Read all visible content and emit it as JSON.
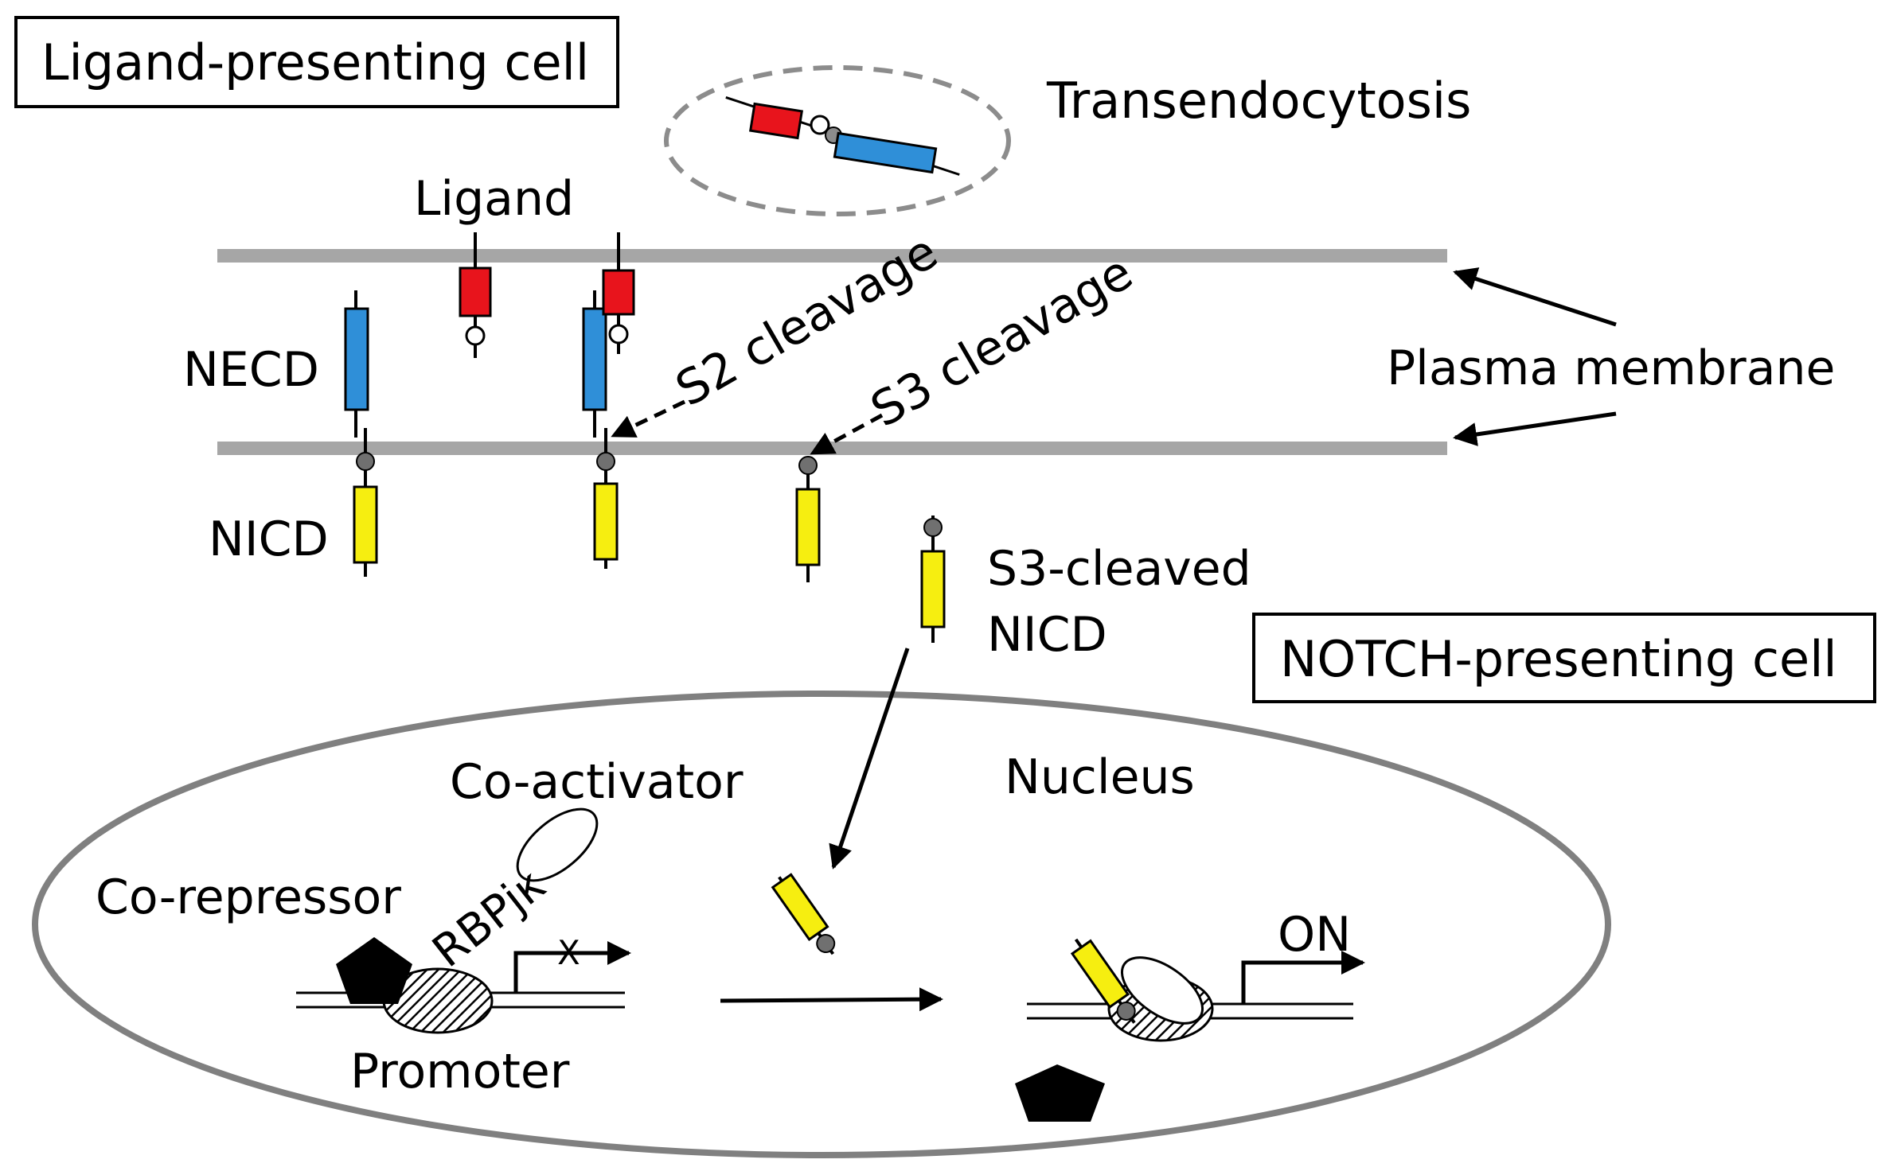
{
  "labels": {
    "ligand_cell": "Ligand-presenting cell",
    "notch_cell": "NOTCH-presenting cell",
    "transendocytosis": "Transendocytosis",
    "ligand": "Ligand",
    "necd": "NECD",
    "nicd": "NICD",
    "s2": "S2 cleavage",
    "s3": "S3 cleavage",
    "plasma_membrane": "Plasma membrane",
    "s3_cleaved_line1": "S3-cleaved",
    "s3_cleaved_line2": "NICD",
    "co_activator": "Co-activator",
    "nucleus": "Nucleus",
    "co_repressor": "Co-repressor",
    "rbpjk": "RBPjκ",
    "x_mark": "X",
    "promoter": "Promoter",
    "on": "ON"
  },
  "colors": {
    "ligand": "#e8141c",
    "necd": "#2f8fd8",
    "nicd": "#f6ee10",
    "membrane": "#a6a6a6",
    "nucleus_border": "#808080",
    "vesicle_border": "#8c8c8c",
    "joint_dot": "#707070"
  }
}
